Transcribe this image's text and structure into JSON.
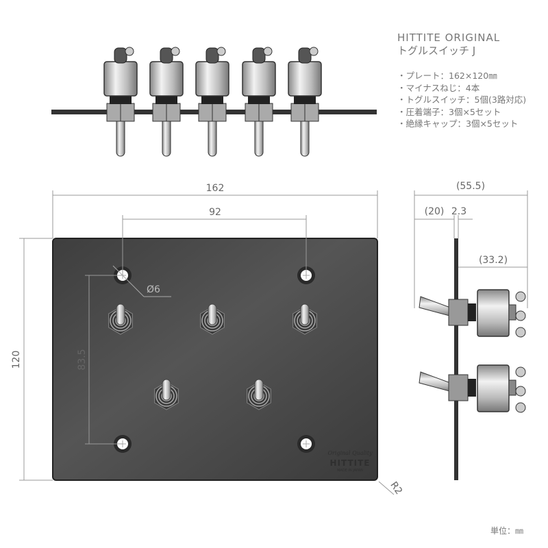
{
  "spec": {
    "brand": "HITTITE ORIGINAL",
    "product": "トグルスイッチ J",
    "items": [
      "・プレート：162×120㎜",
      "・マイナスねじ：4本",
      "・トグルスイッチ：5個(3路対応)",
      "・圧着端子：3個×5セット",
      "・絶縁キャップ：3個×5セット"
    ]
  },
  "dimensions": {
    "width": "162",
    "hole_spacing_x": "92",
    "height": "120",
    "hole_spacing_y": "83.5",
    "hole_diameter": "Ø6",
    "corner_radius": "R2",
    "depth_total": "(55.5)",
    "lever_length": "(20)",
    "plate_thickness": "2.3",
    "body_depth": "(33.2)"
  },
  "logo": {
    "line1": "Original Quality",
    "line2": "HITTITE",
    "line3": "MADE IN JAPAN"
  },
  "unit_label": "単位：㎜",
  "colors": {
    "plate": "#4a4a4a",
    "dimension_line": "#999999",
    "text": "#777777"
  }
}
